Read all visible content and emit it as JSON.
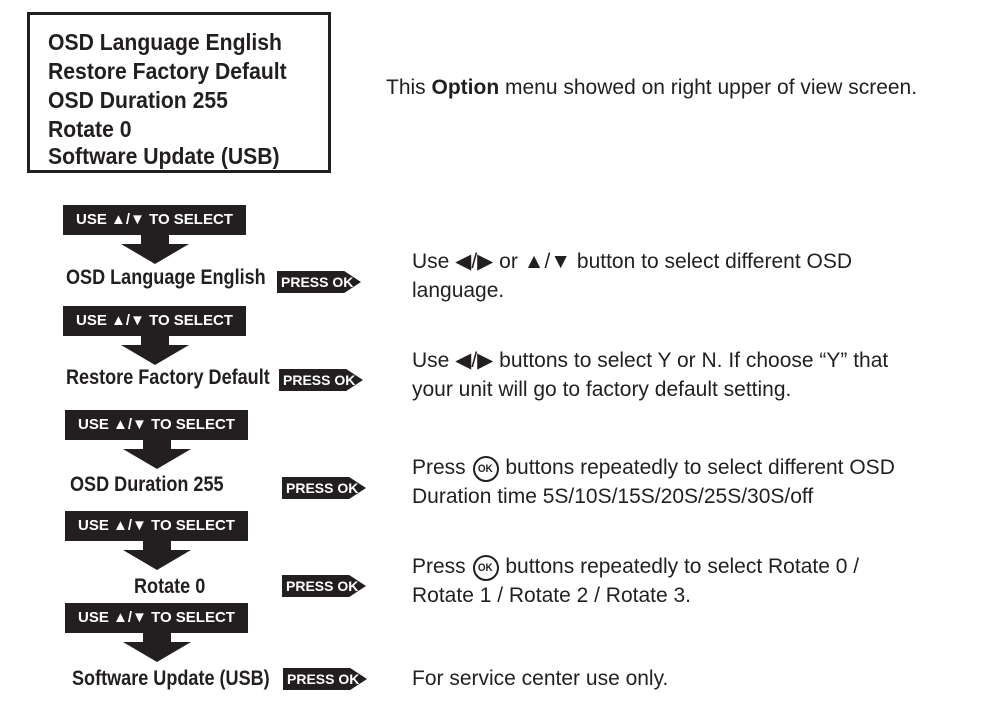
{
  "menu": {
    "lines": [
      "OSD Language English",
      "Restore Factory Default",
      "OSD Duration 255",
      "Rotate 0",
      "Software Update (USB)"
    ]
  },
  "intro": {
    "before": "This ",
    "bold": "Option",
    "after": " menu showed on right upper of view screen."
  },
  "use_select_label": "USE ▲/▼ TO SELECT",
  "press_ok_label": "PRESS OK",
  "ok_icon_text": "OK",
  "steps": [
    {
      "label": "OSD Language English",
      "desc_line1": "Use ◀/▶ or ▲/▼ button to select different OSD",
      "desc_line2": "language."
    },
    {
      "label": "Restore Factory Default",
      "desc_line1": "Use ◀/▶ buttons to select Y or N. If choose “Y” that",
      "desc_line2": "your unit will go to factory default setting."
    },
    {
      "label": "OSD Duration 255",
      "desc_pre": "Press ",
      "desc_post": " buttons repeatedly to select different OSD",
      "desc_line2": "Duration time 5S/10S/15S/20S/25S/30S/off"
    },
    {
      "label": "Rotate 0",
      "desc_pre": "Press ",
      "desc_post": " buttons repeatedly to select Rotate 0 /",
      "desc_line2": "Rotate 1 / Rotate 2 / Rotate 3."
    },
    {
      "label": "Software Update (USB)",
      "desc_line1": "For service center use only."
    }
  ]
}
